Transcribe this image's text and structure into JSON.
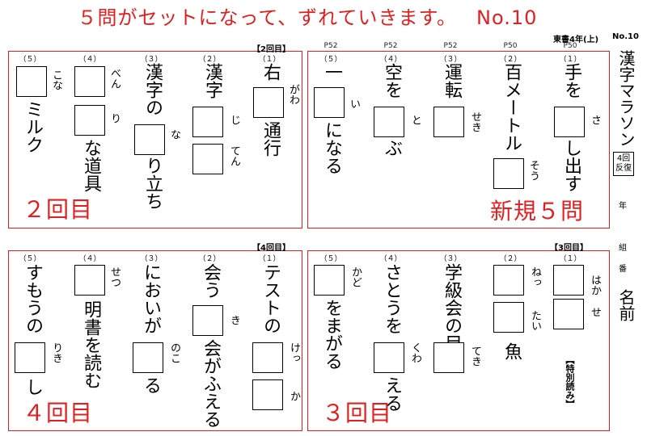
{
  "header": {
    "title": "５問がセットになって、ずれていきます。",
    "number": "No.10",
    "source": "東書4年(上)"
  },
  "side": {
    "number": "No.10",
    "title": "漢字マラソン",
    "review": "4回反復",
    "year": "年",
    "class": "組",
    "seat": "番",
    "name": "名前"
  },
  "sections": {
    "s2": {
      "tag": "【2回目】",
      "label": "２回目"
    },
    "new": {
      "label": "新規５問"
    },
    "s4": {
      "tag": "【4回目】",
      "label": "４回目"
    },
    "s3": {
      "tag": "【3回目】",
      "label": "３回目"
    }
  },
  "q": {
    "n1": "（１）",
    "n2": "（２）",
    "n3": "（３）",
    "n4": "（４）",
    "n5": "（５）",
    "p52": "P52",
    "p50": "P50"
  },
  "s2": {
    "q1a": "右",
    "q1f": "がわ",
    "q1b": "通行",
    "q2a": "漢字",
    "q2f1": "じ",
    "q2f2": "てん",
    "q3a": "漢字の",
    "q3f": "な",
    "q3b": "り立ち",
    "q4f1": "べん",
    "q4f2": "り",
    "q4b": "な道具",
    "q5f": "こな",
    "q5b": "ミルク"
  },
  "s1": {
    "q1a": "手を",
    "q1f": "さ",
    "q1b": "し出す",
    "q2a": "百メートル",
    "q2f": "そう",
    "q3a": "運転",
    "q3f": "せき",
    "q4a": "空を",
    "q4f": "と",
    "q4b": "ぶ",
    "q5a": "一",
    "q5f": "い",
    "q5b": "になる"
  },
  "s4": {
    "q1a": "テストの",
    "q1f1": "けっ",
    "q1f2": "か",
    "q2a": "会う",
    "q2f": "き",
    "q2b": "会がふえる",
    "q3a": "においが",
    "q3f": "のこ",
    "q3b": "る",
    "q4f": "せつ",
    "q4b": "明書を読む",
    "q5a": "すもうの",
    "q5f": "りき",
    "q5b": "し"
  },
  "s3": {
    "q1f1": "はか",
    "q1f2": "せ",
    "q1s": "【特別読み】",
    "q2f1": "ねっ",
    "q2f2": "たい",
    "q2b": "魚",
    "q3a": "学級会の目",
    "q3f": "てき",
    "q4a": "さとうを",
    "q4f": "くわ",
    "q4b": "える",
    "q5f": "かど",
    "q5b": "をまがる"
  }
}
